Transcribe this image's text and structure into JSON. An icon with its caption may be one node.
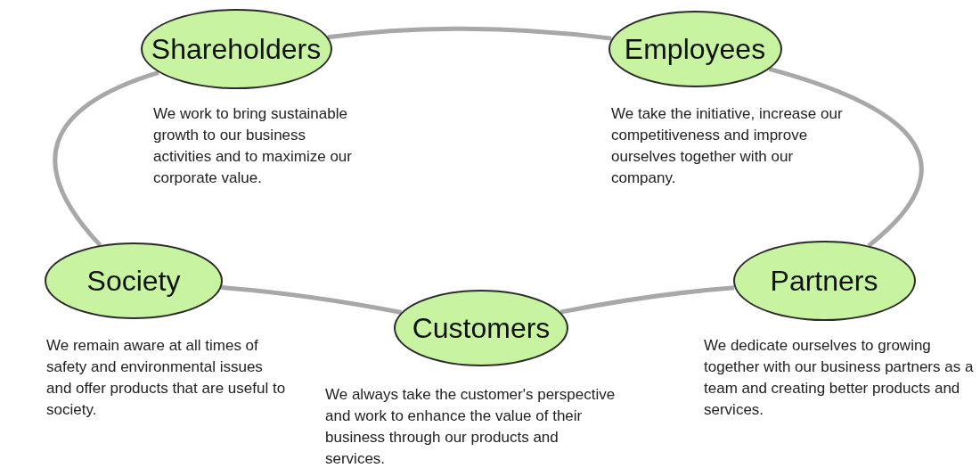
{
  "diagram": {
    "nodes": [
      {
        "text": [
          "Shareholders"
        ],
        "beside": [
          "We work to bring sustainable growth to our business activities and to maximize our corporate value."
        ]
      },
      {
        "text": [
          "Employees"
        ],
        "beside": [
          "We take the initiative, increase our competitiveness and improve ourselves together with our company."
        ]
      },
      {
        "text": [
          "Society"
        ],
        "beside": [
          "We remain aware at all times of safety and environmental issues and offer products that are useful to society."
        ]
      },
      {
        "text": [
          "Customers"
        ],
        "beside": [
          "We always take the customer's perspective and work to enhance the value of their business through our products and services."
        ]
      },
      {
        "text": [
          "Partners"
        ],
        "beside": [
          "We dedicate ourselves to growing together with our business partners as a team and creating better products and services."
        ]
      }
    ],
    "edges": [
      {
        "from": 0,
        "to": 1,
        "arrow": "none"
      },
      {
        "from": 1,
        "to": 4,
        "arrow": "none"
      },
      {
        "from": 4,
        "to": 3,
        "arrow": "none"
      },
      {
        "from": 3,
        "to": 2,
        "arrow": "none"
      },
      {
        "from": 2,
        "to": 0,
        "arrow": "none"
      }
    ]
  }
}
